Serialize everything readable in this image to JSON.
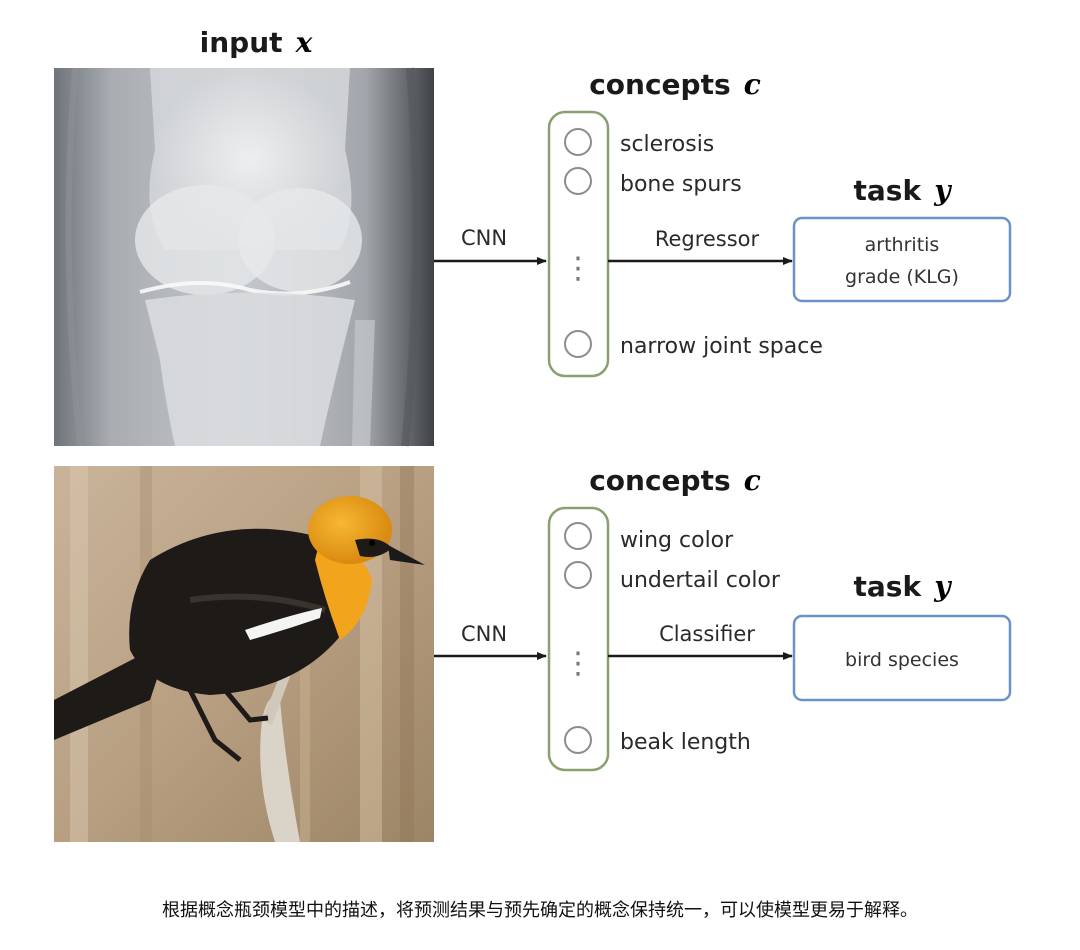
{
  "header": {
    "input_label": "input",
    "input_var": "x"
  },
  "panels": [
    {
      "concepts_label": "concepts",
      "concepts_var": "c",
      "concepts": [
        "sclerosis",
        "bone spurs",
        "narrow joint space"
      ],
      "ellipsis": "⋮",
      "left_edge": "CNN",
      "right_edge": "Regressor",
      "task_label": "task",
      "task_var": "y",
      "task_lines": [
        "arthritis",
        "grade (KLG)"
      ]
    },
    {
      "concepts_label": "concepts",
      "concepts_var": "c",
      "concepts": [
        "wing color",
        "undertail color",
        "beak length"
      ],
      "ellipsis": "⋮",
      "left_edge": "CNN",
      "right_edge": "Classifier",
      "task_label": "task",
      "task_var": "y",
      "task_lines": [
        "bird species"
      ]
    }
  ],
  "caption": "根据概念瓶颈模型中的描述，将预测结果与预先确定的概念保持统一，可以使模型更易于解释。",
  "colors": {
    "concept_box": "#8aa070",
    "task_box": "#6a93c8",
    "arrow": "#1a1a1a",
    "bird_head": "#f2a51c",
    "bird_body": "#1e1a17"
  },
  "icons": [
    "xray-image",
    "bird-image",
    "concept-node-circle"
  ]
}
